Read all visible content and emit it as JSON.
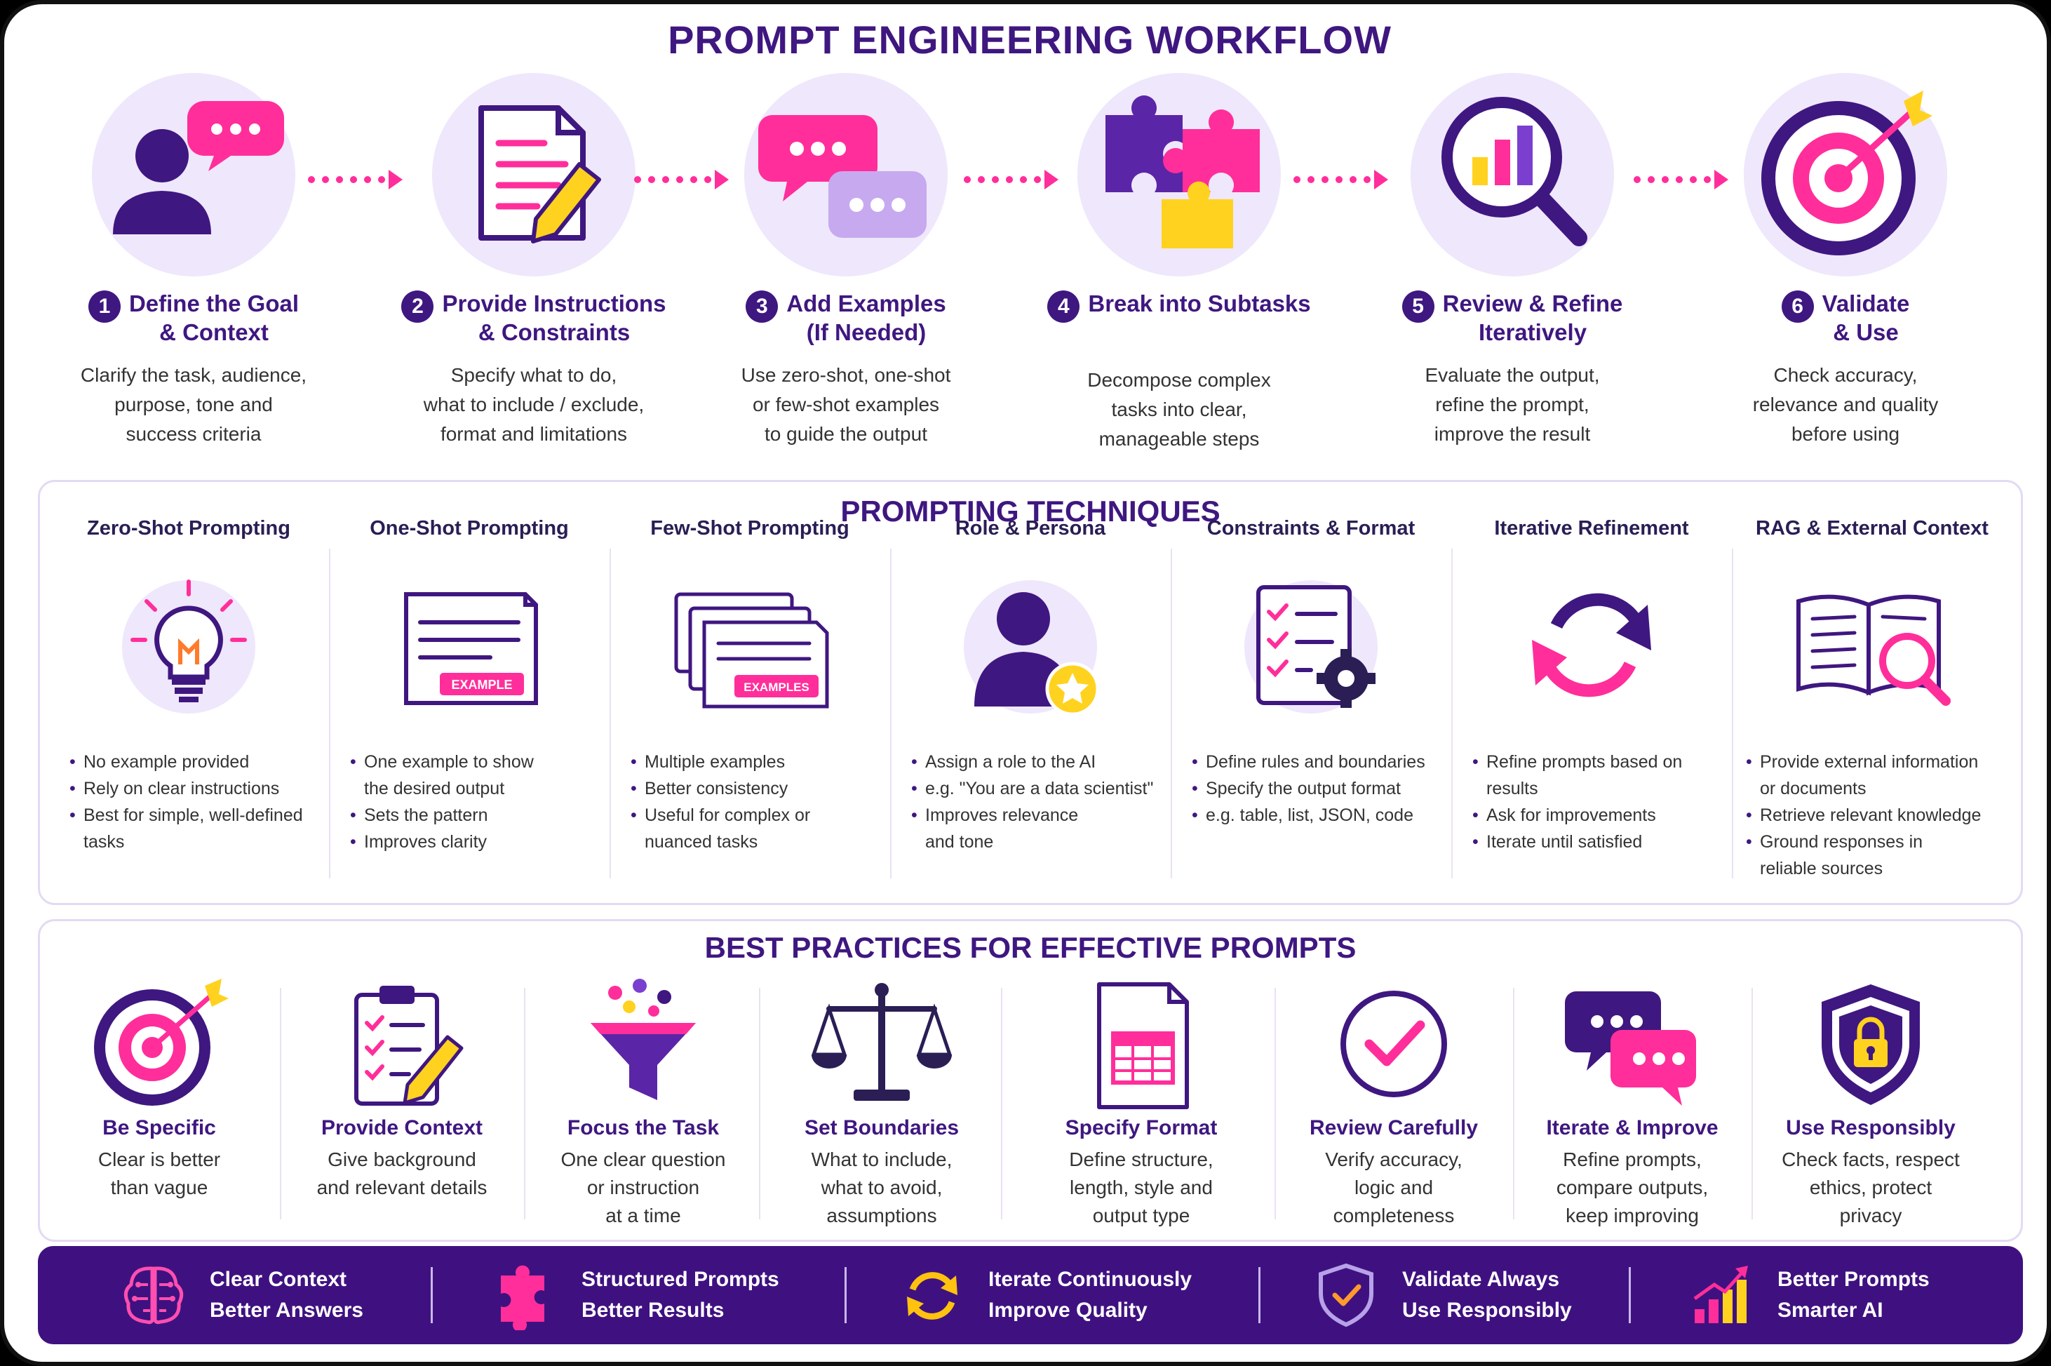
{
  "title": "PROMPT ENGINEERING WORKFLOW",
  "workflow": {
    "steps": [
      {
        "num": "1",
        "title_line1": "Define the Goal",
        "title_line2": "& Context",
        "desc": [
          "Clarify the task, audience,",
          "purpose, tone and",
          "success criteria"
        ],
        "icon": "person-chat-icon"
      },
      {
        "num": "2",
        "title_line1": "Provide Instructions",
        "title_line2": "& Constraints",
        "desc": [
          "Specify what to do,",
          "what to include / exclude,",
          "format and limitations"
        ],
        "icon": "document-pencil-icon"
      },
      {
        "num": "3",
        "title_line1": "Add Examples",
        "title_line2": "(If Needed)",
        "desc": [
          "Use zero-shot, one-shot",
          "or few-shot examples",
          "to guide the output"
        ],
        "icon": "chat-bubbles-icon"
      },
      {
        "num": "4",
        "title_line1": "Break into Subtasks",
        "title_line2": "",
        "desc": [
          "Decompose complex",
          "tasks into clear,",
          "manageable steps"
        ],
        "icon": "puzzle-icon"
      },
      {
        "num": "5",
        "title_line1": "Review & Refine",
        "title_line2": "Iteratively",
        "desc": [
          "Evaluate the output,",
          "refine the prompt,",
          "improve the result"
        ],
        "icon": "magnifier-chart-icon"
      },
      {
        "num": "6",
        "title_line1": "Validate",
        "title_line2": "& Use",
        "desc": [
          "Check accuracy,",
          "relevance and quality",
          "before using"
        ],
        "icon": "target-icon"
      }
    ]
  },
  "techniques": {
    "title": "PROMPTING TECHNIQUES",
    "example_label": "EXAMPLE",
    "examples_label": "EXAMPLES",
    "items": [
      {
        "title": "Zero-Shot Prompting",
        "icon": "lightbulb-icon",
        "bullets": [
          "No example provided",
          "Rely on clear instructions",
          "Best for simple, well-defined",
          "tasks"
        ]
      },
      {
        "title": "One-Shot Prompting",
        "icon": "example-card-icon",
        "bullets": [
          "One example to show",
          "the desired output",
          "Sets the pattern",
          "Improves clarity"
        ]
      },
      {
        "title": "Few-Shot Prompting",
        "icon": "examples-stack-icon",
        "bullets": [
          "Multiple examples",
          "Better consistency",
          "Useful for complex or",
          "nuanced tasks"
        ]
      },
      {
        "title": "Role & Persona",
        "icon": "persona-star-icon",
        "bullets": [
          "Assign a role to the AI",
          "e.g. \"You are a data scientist\"",
          "Improves relevance",
          "and tone"
        ]
      },
      {
        "title": "Constraints & Format",
        "icon": "checklist-gear-icon",
        "bullets": [
          "Define rules and boundaries",
          "Specify the output format",
          "e.g. table, list, JSON, code"
        ]
      },
      {
        "title": "Iterative Refinement",
        "icon": "refresh-arrows-icon",
        "bullets": [
          "Refine prompts based on",
          "results",
          "Ask for improvements",
          "Iterate until satisfied"
        ]
      },
      {
        "title": "RAG & External Context",
        "icon": "book-magnifier-icon",
        "bullets": [
          "Provide external information",
          "or documents",
          "Retrieve relevant knowledge",
          "Ground responses in",
          "reliable sources"
        ]
      }
    ]
  },
  "best_practices": {
    "title": "BEST PRACTICES FOR EFFECTIVE PROMPTS",
    "items": [
      {
        "title": "Be Specific",
        "desc": [
          "Clear is better",
          "than vague"
        ],
        "icon": "target-icon"
      },
      {
        "title": "Provide Context",
        "desc": [
          "Give background",
          "and relevant details"
        ],
        "icon": "clipboard-pencil-icon"
      },
      {
        "title": "Focus the Task",
        "desc": [
          "One clear question",
          "or instruction",
          "at a time"
        ],
        "icon": "funnel-icon"
      },
      {
        "title": "Set Boundaries",
        "desc": [
          "What to include,",
          "what to avoid,",
          "assumptions"
        ],
        "icon": "scales-icon"
      },
      {
        "title": "Specify Format",
        "desc": [
          "Define structure,",
          "length, style and",
          "output type"
        ],
        "icon": "table-document-icon"
      },
      {
        "title": "Review Carefully",
        "desc": [
          "Verify accuracy,",
          "logic and",
          "completeness"
        ],
        "icon": "check-circle-icon"
      },
      {
        "title": "Iterate & Improve",
        "desc": [
          "Refine prompts,",
          "compare outputs,",
          "keep improving"
        ],
        "icon": "chat-bubbles-icon"
      },
      {
        "title": "Use Responsibly",
        "desc": [
          "Check facts, respect",
          "ethics, protect",
          "privacy"
        ],
        "icon": "shield-lock-icon"
      }
    ]
  },
  "footer": [
    {
      "line1": "Clear Context",
      "line2": "Better Answers",
      "icon": "brain-circuit-icon"
    },
    {
      "line1": "Structured Prompts",
      "line2": "Better Results",
      "icon": "puzzle-piece-icon"
    },
    {
      "line1": "Iterate Continuously",
      "line2": "Improve Quality",
      "icon": "cycle-arrows-icon"
    },
    {
      "line1": "Validate Always",
      "line2": "Use Responsibly",
      "icon": "shield-check-icon"
    },
    {
      "line1": "Better Prompts",
      "line2": "Smarter AI",
      "icon": "growth-chart-icon"
    }
  ],
  "colors": {
    "purple": "#3f1780",
    "magenta": "#ff2e9a",
    "yellow": "#ffd21f",
    "lavender": "#efe7fb"
  }
}
